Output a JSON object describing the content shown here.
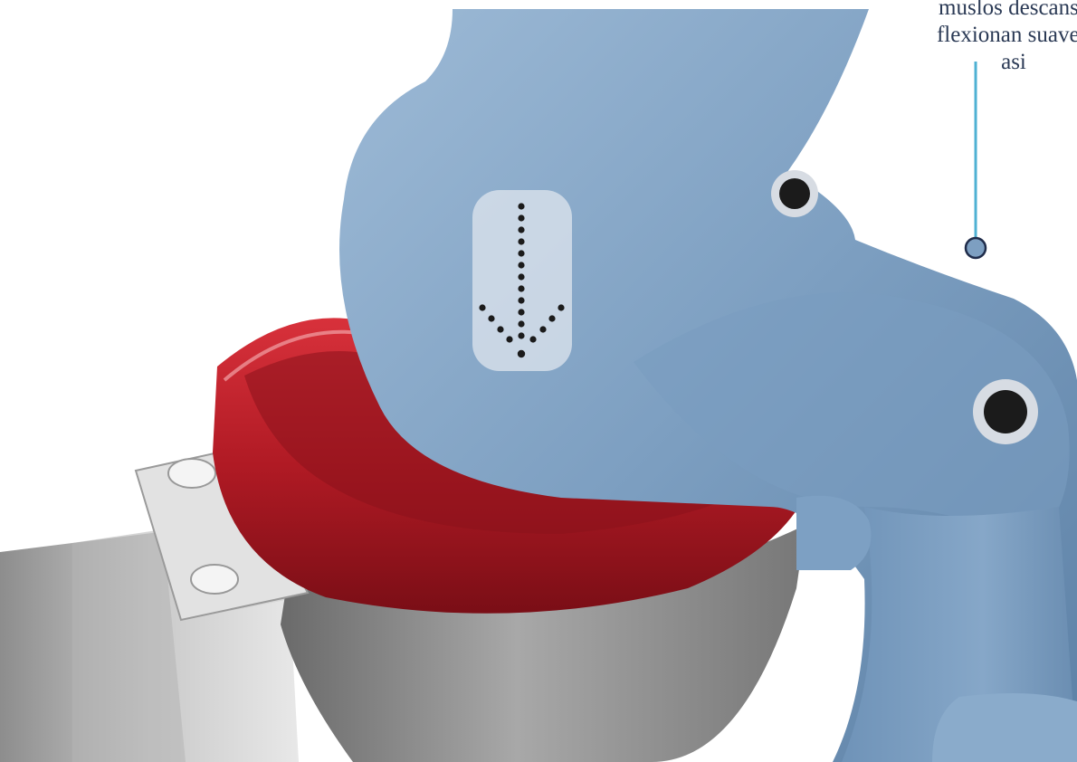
{
  "caption": {
    "lines": [
      "muslos descansa",
      "flexionan suaven",
      "asi"
    ]
  },
  "colors": {
    "skin": "#7d9fc1",
    "skin_shadow": "#5b7fa3",
    "seat_red": "#b01a24",
    "seat_dark": "#7a0e16",
    "bowl": "#8e8e8e",
    "hinge": "#dcdcdc",
    "accent_line": "#4fb1d3",
    "marker_dark": "#1b1b1b",
    "marker_ring": "#d7dce3"
  },
  "icons": {
    "down_arrow": "dotted-down-arrow-icon",
    "marker": "contact-point-icon"
  }
}
